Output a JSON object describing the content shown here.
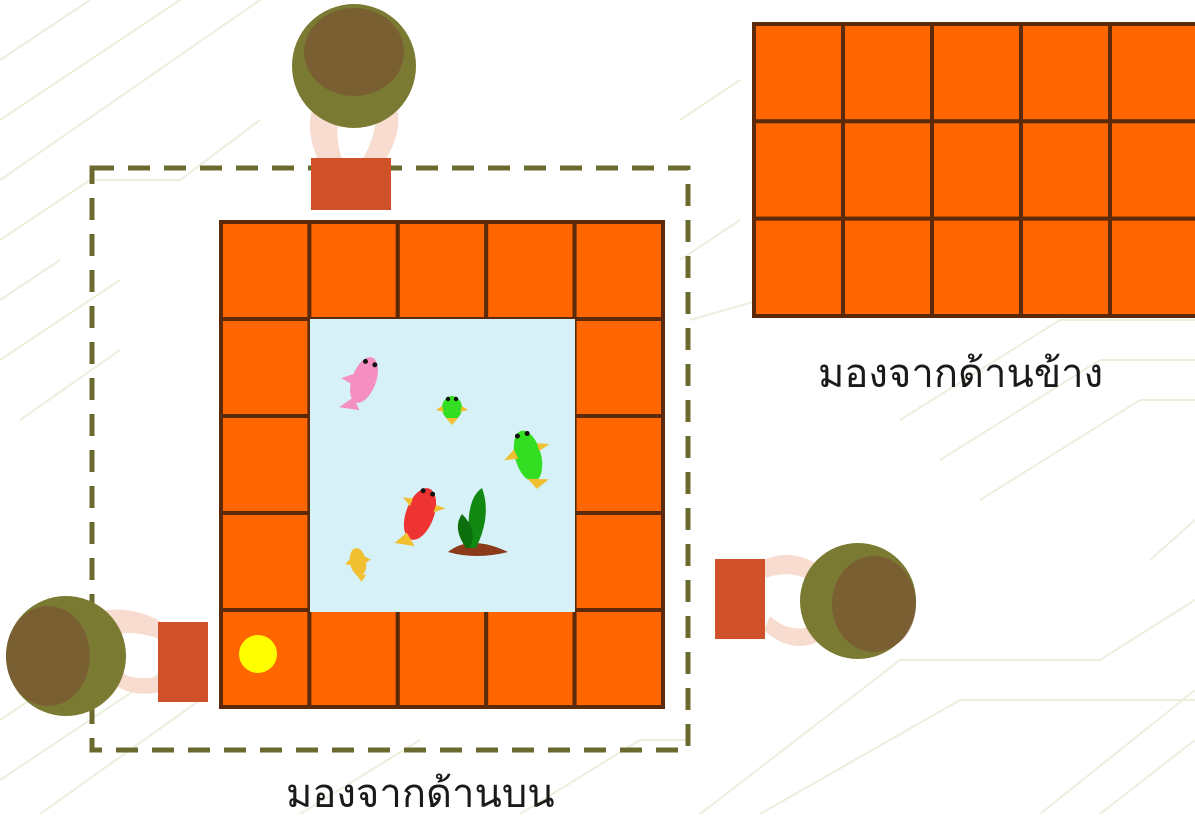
{
  "labels": {
    "top_view": "มองจากด้านบน",
    "side_view": "มองจากด้านข้าง"
  },
  "colors": {
    "tile": "#ff6600",
    "grout": "#5a2a0a",
    "water": "#d6f1f8",
    "dashed_border": "#6b6a2e",
    "head": "#7a7a32",
    "head_shadow": "#7a5a32",
    "arm": "#f9dcd0",
    "box": "#d0502a",
    "background_lines": "#e9efdc"
  },
  "top_view_grid": {
    "rows": 5,
    "cols": 5,
    "center_open": true
  },
  "side_view_grid": {
    "rows": 3,
    "cols": 5
  },
  "fish": [
    {
      "color": "pink",
      "name": "pink-fish"
    },
    {
      "color": "green",
      "name": "small-green-fish"
    },
    {
      "color": "green",
      "name": "green-fish"
    },
    {
      "color": "red",
      "name": "red-fish"
    },
    {
      "color": "yellow",
      "name": "yellow-fish"
    }
  ],
  "marker": {
    "color": "yellow"
  }
}
